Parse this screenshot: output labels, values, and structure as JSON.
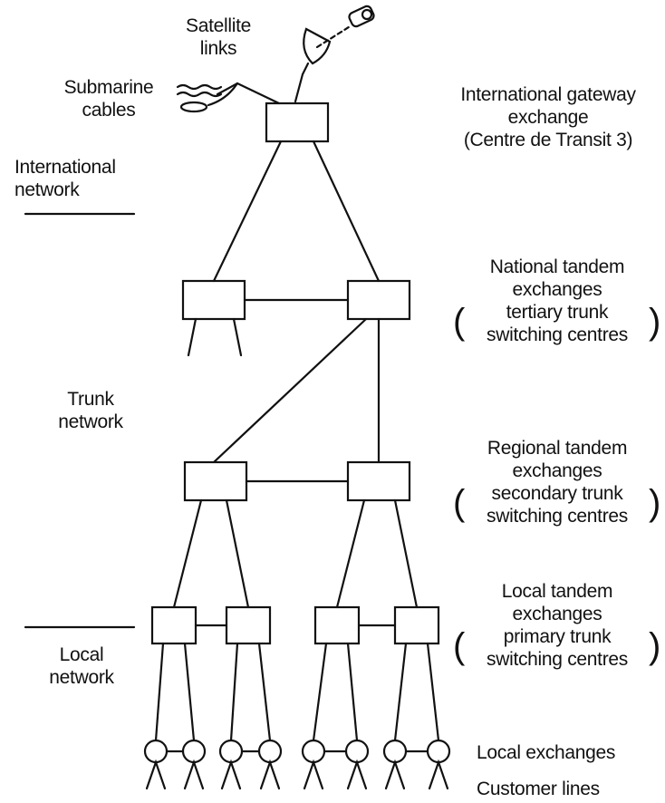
{
  "labels": {
    "satellite": [
      "Satellite",
      "links"
    ],
    "submarine": [
      "Submarine",
      "cables"
    ],
    "international_network": [
      "International",
      "network"
    ],
    "trunk_network": [
      "Trunk",
      "network"
    ],
    "local_network": [
      "Local",
      "network"
    ],
    "gateway": [
      "International gateway",
      "exchange",
      "(Centre de Transit 3)"
    ],
    "national": [
      "National tandem",
      "exchanges",
      "tertiary trunk",
      "switching centres"
    ],
    "regional": [
      "Regional tandem",
      "exchanges",
      "secondary trunk",
      "switching centres"
    ],
    "local_tandem": [
      "Local tandem",
      "exchanges",
      "primary trunk",
      "switching centres"
    ],
    "local_exchanges": "Local exchanges",
    "customer_lines": "Customer lines"
  }
}
